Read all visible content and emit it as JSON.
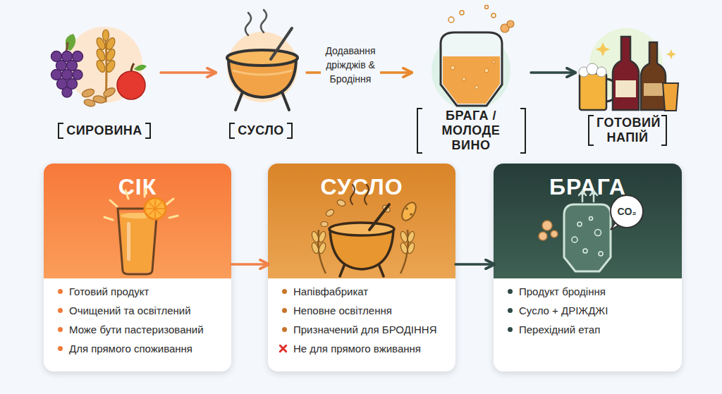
{
  "diagram": {
    "nodes": [
      {
        "text": [
          "СИРОВИНА"
        ]
      },
      {
        "text": [
          "СУСЛО"
        ]
      },
      {
        "text": [
          "БРАГА / МОЛОДЕ ВИНО"
        ]
      },
      {
        "text": [
          "ГОТОВИЙ НАПІЙ"
        ]
      },
      {
        "text": [
          "СІК",
          "Готовий продукт",
          "Очищений та освітлений",
          "Може бути пастеризований",
          "Для прямого споживання"
        ]
      },
      {
        "text": [
          "СУСЛО",
          "Напівфабрикат",
          "Неповне освітлення",
          "Призначений для БРОДІННЯ",
          "Не для прямого вживання"
        ]
      },
      {
        "text": [
          "БРАГА",
          "Продукт бродіння",
          "Сусло + ДРІЖДЖІ",
          "Перехідний етап"
        ]
      }
    ],
    "edges": [
      {
        "from": 0,
        "to": 1,
        "arrow": "to"
      },
      {
        "from": 1,
        "to": 2,
        "label": "Додавання дріжджів & Бродіння",
        "arrow": "to"
      },
      {
        "from": 2,
        "to": 3,
        "arrow": "to"
      },
      {
        "from": 4,
        "to": 5,
        "arrow": "to"
      },
      {
        "from": 5,
        "to": 6,
        "arrow": "to"
      }
    ],
    "labels": [
      "CO₂"
    ]
  }
}
